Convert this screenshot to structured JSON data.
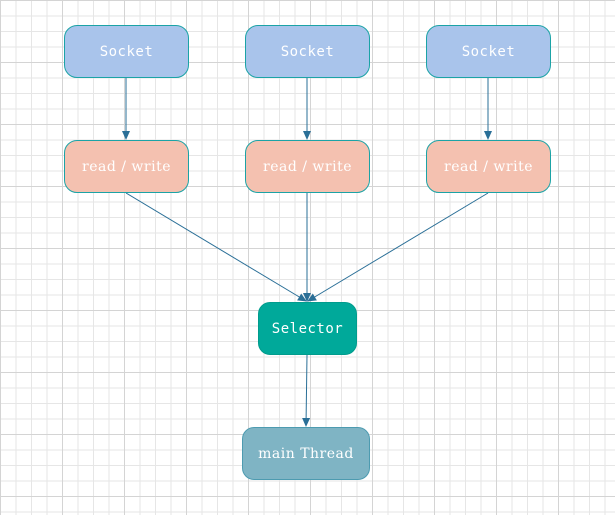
{
  "diagram": {
    "sockets": [
      {
        "label": "Socket"
      },
      {
        "label": "Socket"
      },
      {
        "label": "Socket"
      }
    ],
    "read_write": [
      {
        "label": "read / write"
      },
      {
        "label": "read / write"
      },
      {
        "label": "read / write"
      }
    ],
    "selector": {
      "label": "Selector"
    },
    "main_thread": {
      "label": "main Thread"
    }
  },
  "colors": {
    "socket_fill": "#a9c4eb",
    "read_write_fill": "#f4c1b0",
    "selector_fill": "#00a99a",
    "main_thread_fill": "#7fb4c4",
    "edge": "#2a6f97",
    "node_border": "#1ba3a6"
  }
}
